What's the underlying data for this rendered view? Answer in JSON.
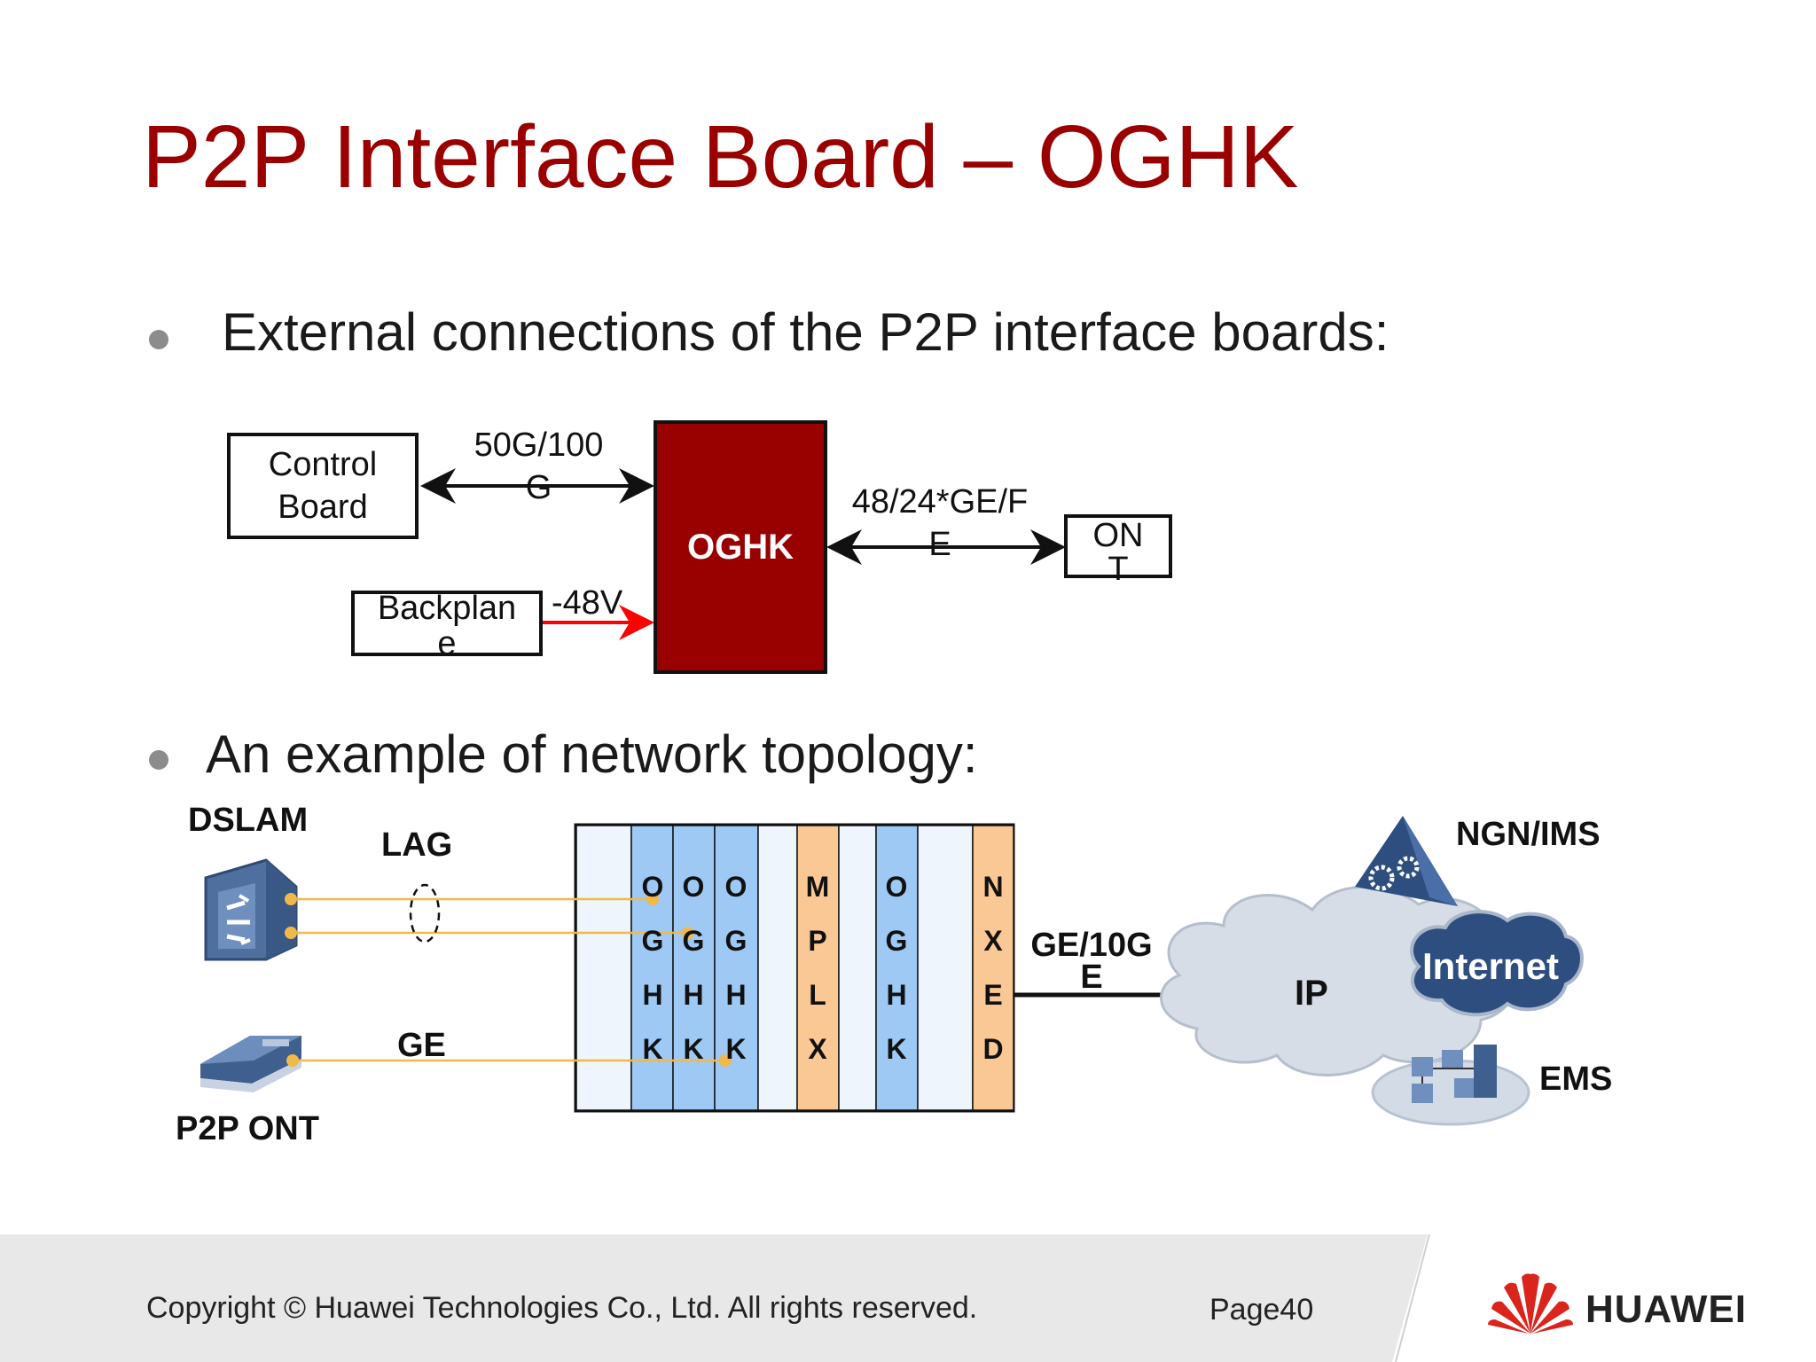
{
  "title": "P2P Interface Board – OGHK",
  "bullets": [
    "External connections of the P2P interface boards:",
    "An example of network topology:"
  ],
  "diagram1": {
    "control_board": [
      "Control",
      "Board"
    ],
    "link_50g": [
      "50G/100",
      "G"
    ],
    "oghk": "OGHK",
    "backplane": [
      "Backplan",
      "e"
    ],
    "voltage": "-48V",
    "link_ge": [
      "48/24*GE/F",
      "E"
    ],
    "ont": [
      "ON",
      "T"
    ]
  },
  "topology": {
    "dslam": "DSLAM",
    "lag": "LAG",
    "ge": "GE",
    "p2p_ont": "P2P ONT",
    "uplink": [
      "GE/10G",
      "E"
    ],
    "ip": "IP",
    "ngn": "NGN/IMS",
    "internet": "Internet",
    "ems": "EMS",
    "slots": [
      {
        "letters": [
          "O",
          "G",
          "H",
          "K"
        ]
      },
      {
        "letters": [
          "O",
          "G",
          "H",
          "K"
        ]
      },
      {
        "letters": [
          "O",
          "G",
          "H",
          "K"
        ]
      },
      {
        "letters": [
          "M",
          "P",
          "L",
          "X"
        ]
      },
      {
        "letters": [
          "O",
          "G",
          "H",
          "K"
        ]
      },
      {
        "letters": [
          "N",
          "X",
          "E",
          "D"
        ]
      }
    ]
  },
  "footer": {
    "copyright": "Copyright © Huawei Technologies Co., Ltd. All rights reserved.",
    "page": "Page40",
    "brand": "HUAWEI"
  },
  "colors": {
    "title": "#9b0000",
    "oghk_fill": "#990000",
    "slot_blue": "#9ec9f5",
    "slot_orange": "#f9c895",
    "slot_light": "#eef5fc",
    "link_orange": "#f0b94a",
    "arrow_red": "#ff0000"
  }
}
